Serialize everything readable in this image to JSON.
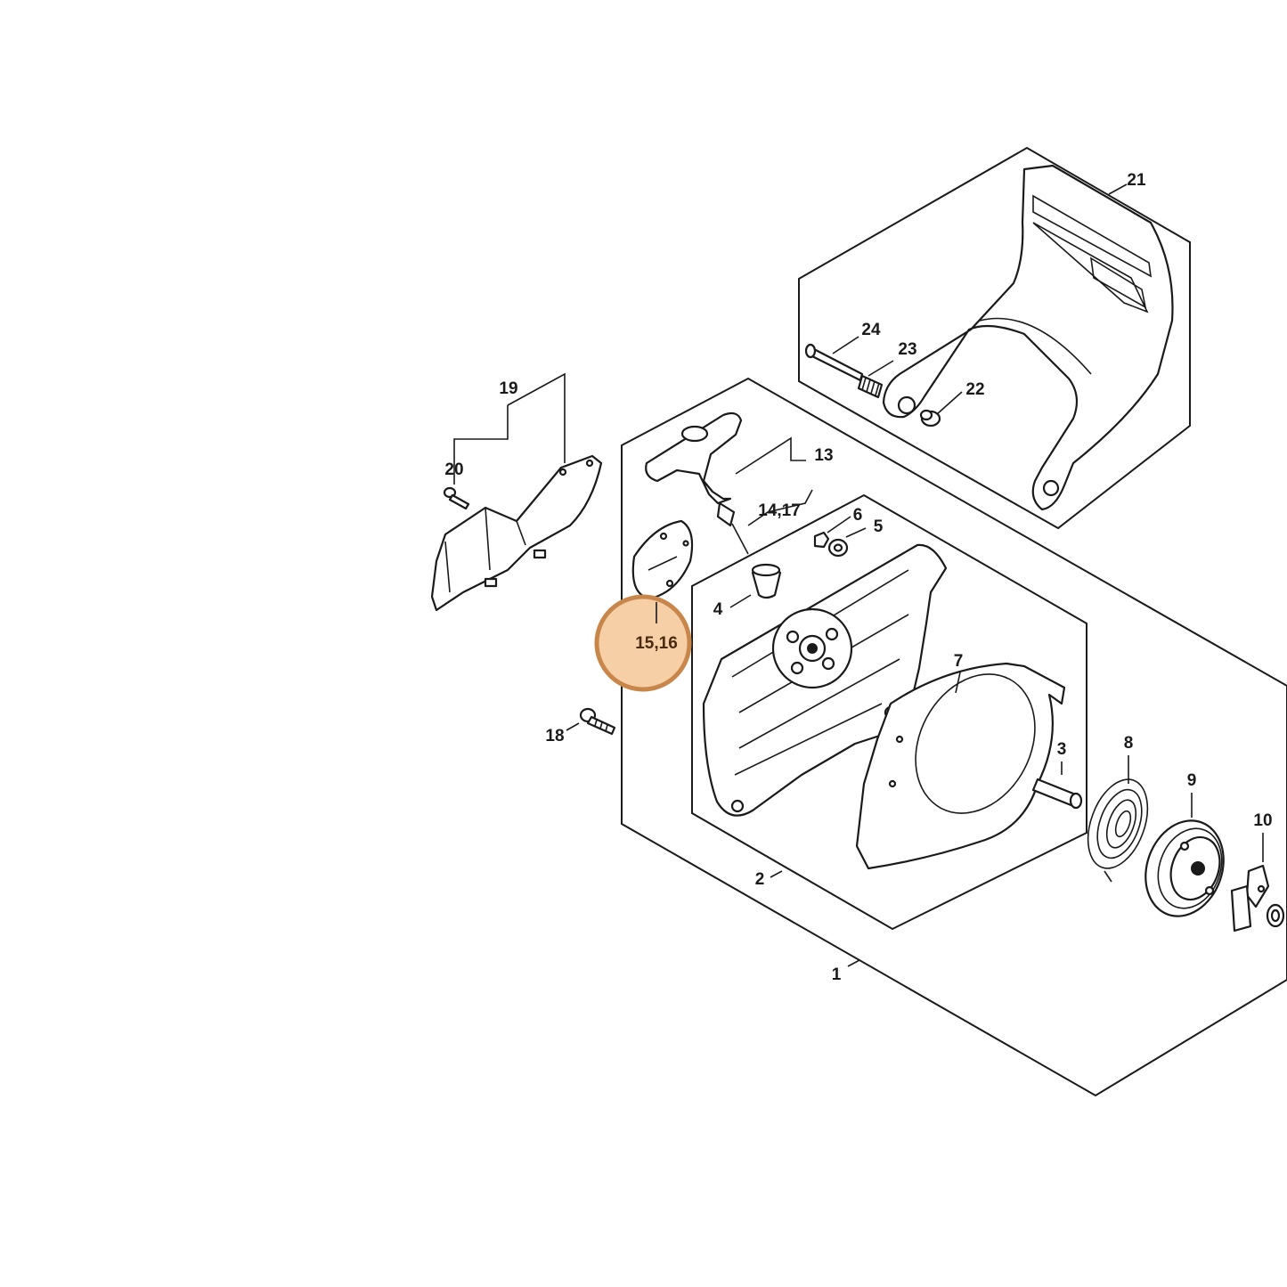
{
  "highlight": {
    "label": "15,16",
    "fill": "#f6cfa6",
    "stroke": "#c8864a"
  },
  "labels": {
    "p1": "1",
    "p2": "2",
    "p3": "3",
    "p4": "4",
    "p5": "5",
    "p6": "6",
    "p7": "7",
    "p8": "8",
    "p9": "9",
    "p10": "10",
    "p13": "13",
    "p14_17": "14,17",
    "p18": "18",
    "p19": "19",
    "p20": "20",
    "p21": "21",
    "p22": "22",
    "p23": "23",
    "p24": "24"
  }
}
